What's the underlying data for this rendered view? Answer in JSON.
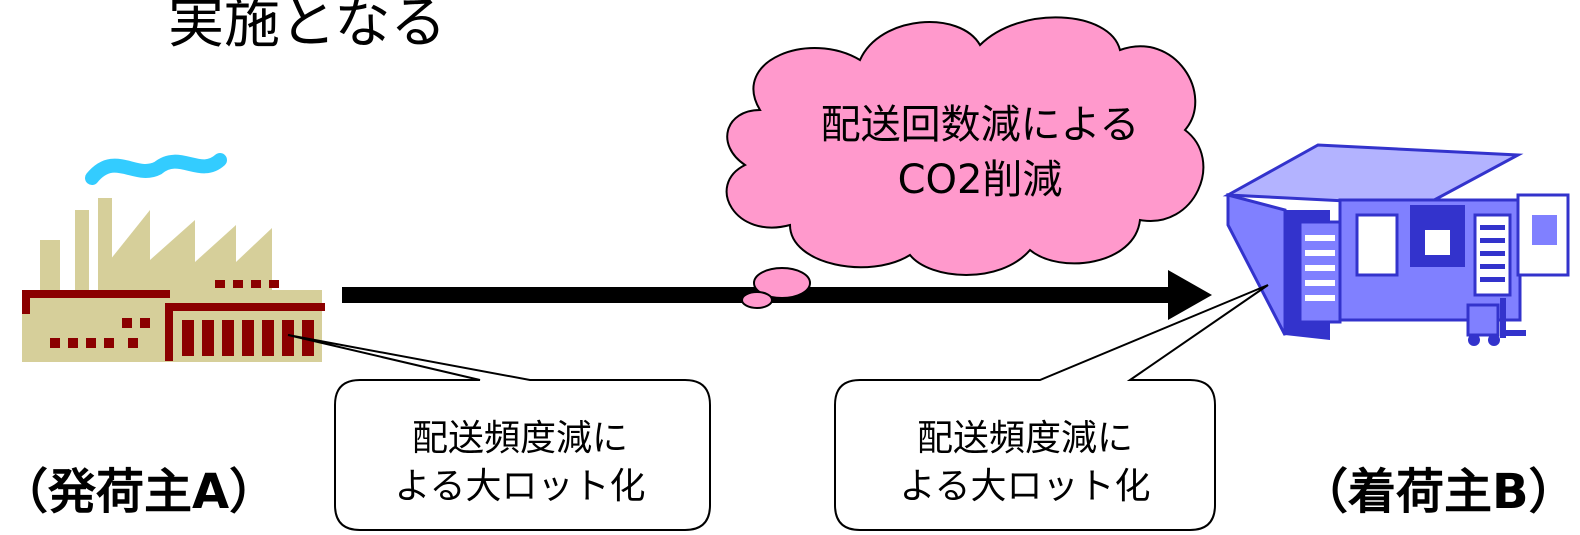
{
  "heading_fragment": "実施となる",
  "cloud_text": {
    "line1": "配送回数減による",
    "line2": "CO2削減"
  },
  "callout_left": {
    "line1": "配送頻度減に",
    "line2": "よる大ロット化"
  },
  "callout_right": {
    "line1": "配送頻度減に",
    "line2": "よる大ロット化"
  },
  "shipper_label": "（発荷主A）",
  "receiver_label": "（着荷主B）",
  "icons": {
    "shipper": "factory-icon",
    "receiver": "warehouse-icon",
    "forklift": "forklift-icon"
  },
  "colors": {
    "cloud_fill": "#ff99cc",
    "factory_body": "#d6cf9a",
    "factory_accent": "#8b0000",
    "smoke": "#33ccff",
    "warehouse": "#8080ff",
    "warehouse_dark": "#3333cc",
    "arrow": "#000000"
  }
}
